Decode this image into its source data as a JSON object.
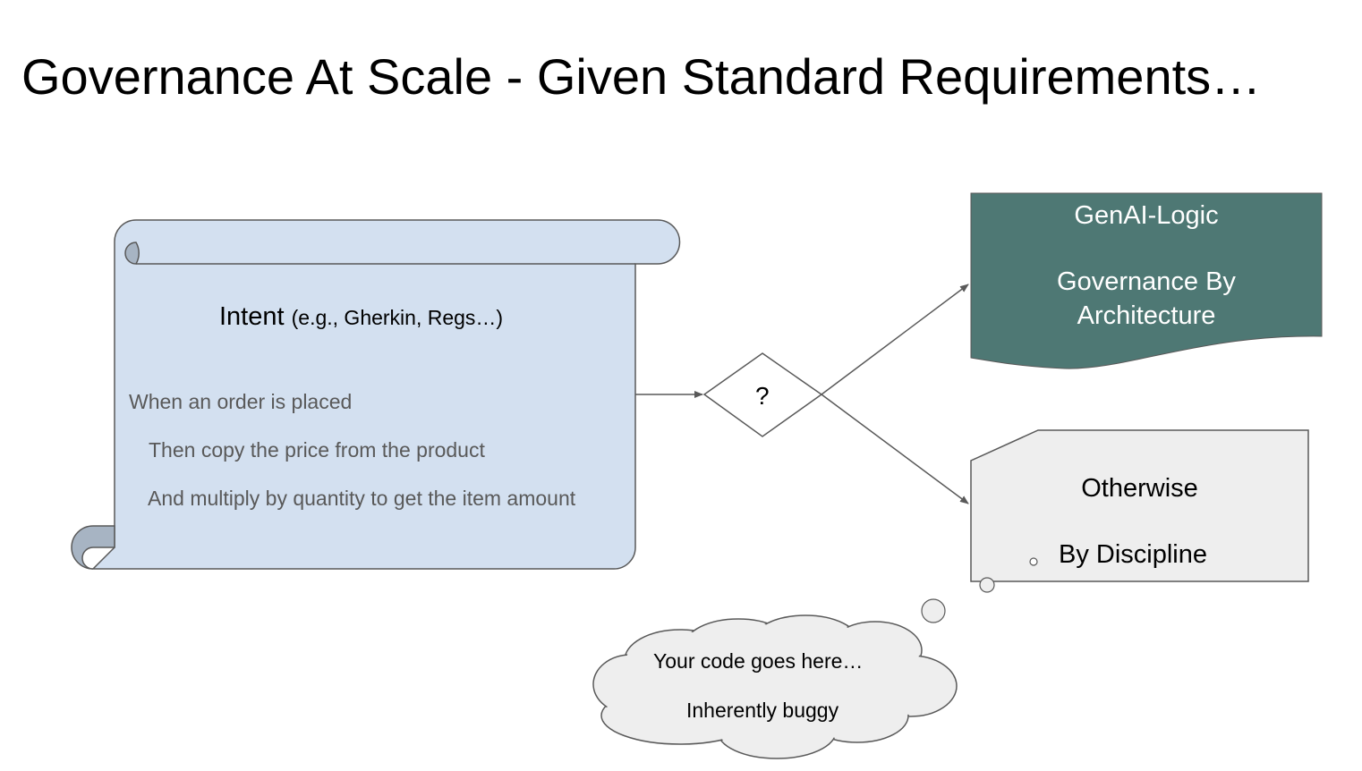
{
  "slide": {
    "title": "Governance At Scale - Given Standard Requirements…"
  },
  "scroll": {
    "heading": "Intent",
    "heading_note": "(e.g., Gherkin, Regs…)",
    "lines": [
      "When an order is placed",
      "Then copy the price from the product",
      "And multiply by quantity to get the item amount"
    ],
    "fill": "#d3e0f0",
    "curl_fill": "#a7b4c3"
  },
  "decision": {
    "label": "?"
  },
  "genai_box": {
    "title": "GenAI-Logic",
    "line1": "Governance By",
    "line2": "Architecture",
    "fill": "#4e7874"
  },
  "otherwise_box": {
    "title": "Otherwise",
    "line": "By Discipline",
    "fill": "#eeeeee"
  },
  "thought_cloud": {
    "line1": "Your code goes here…",
    "line2": "Inherently buggy",
    "fill": "#eeeeee"
  }
}
